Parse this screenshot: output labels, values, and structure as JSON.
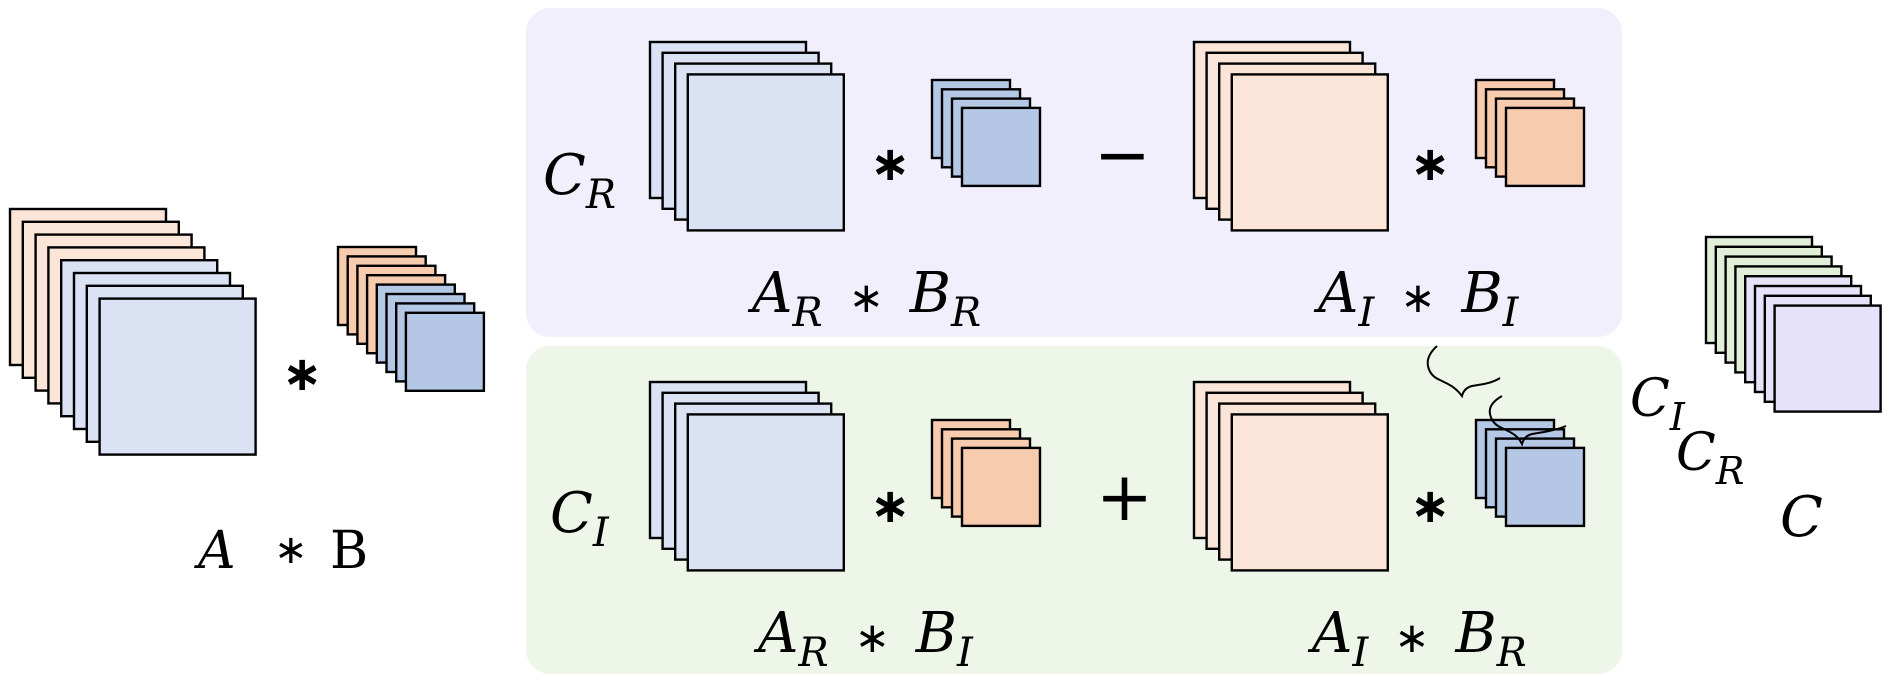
{
  "colors": {
    "real_fill": "#dae2f4",
    "real_dark": "#b4c8e6",
    "imag_fill": "#fbe4d8",
    "imag_dark": "#f7cbae",
    "out_real": "#e6e2fa",
    "out_imag": "#e1efd9",
    "panel_top": "#f1effc",
    "panel_bottom": "#eef6ea",
    "stroke": "#000000"
  },
  "left": {
    "a": "A",
    "star": "∗",
    "b": "B"
  },
  "top": {
    "result": "C",
    "result_sub": "R",
    "operator": "−",
    "left_a": "A",
    "left_a_sub": "R",
    "left_b": "B",
    "left_b_sub": "R",
    "right_a": "A",
    "right_a_sub": "I",
    "right_b": "B",
    "right_b_sub": "I"
  },
  "bottom": {
    "result": "C",
    "result_sub": "I",
    "operator": "+",
    "left_a": "A",
    "left_a_sub": "R",
    "left_b": "B",
    "left_b_sub": "I",
    "right_a": "A",
    "right_a_sub": "I",
    "right_b": "B",
    "right_b_sub": "R"
  },
  "right": {
    "ci": "C",
    "ci_sub": "I",
    "cr": "C",
    "cr_sub": "R",
    "c": "C"
  },
  "star": "∗"
}
